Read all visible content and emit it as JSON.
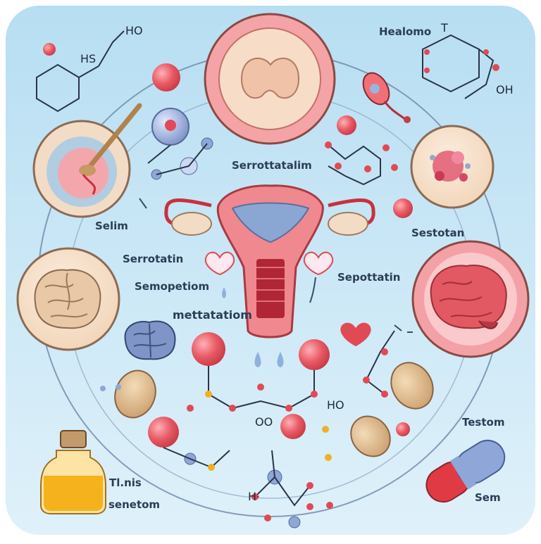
{
  "labels": {
    "heading_left": "Serrottatalim",
    "top_right": "Healomo",
    "left": "Selim",
    "right": "Sestotan",
    "left_mid_1": "Serrotatin",
    "left_mid_2": "Semopetiom",
    "center": "mettatatiom",
    "right_mid": "Sepottatin",
    "bottom_right_1": "Testom",
    "bottom_right_2": "Sem",
    "bottom_left_1": "Tl.nis",
    "bottom_left_2": "senetom"
  },
  "chem_text": {
    "ho_top": "HO",
    "hs_top": "HS",
    "t_top": "T",
    "oh_right": "OH",
    "ho_center": "HO",
    "oo_center": "OO",
    "h_bottom": "H·"
  },
  "colors": {
    "panel_bg": "#cde9f5",
    "accent_red": "#e04a55",
    "organ_pink": "#f08890",
    "skin_tan": "#f4dcc6",
    "brain_blue": "#7f95c7",
    "molecule_blue": "#8ea6d8"
  }
}
